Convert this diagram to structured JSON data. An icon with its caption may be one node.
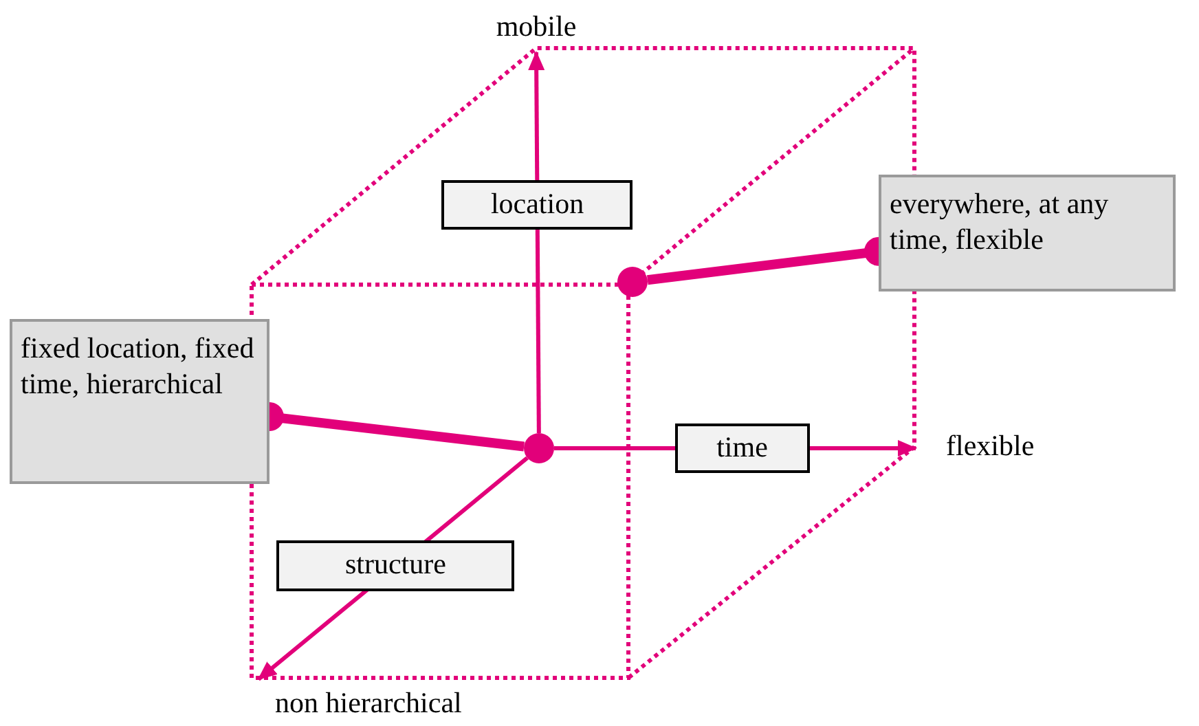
{
  "diagram": {
    "nodes": [
      {
        "text": [
          "mobile"
        ]
      },
      {
        "text": [
          "everywhere, at any time, flexible"
        ]
      },
      {
        "text": [],
        "shape": "circle"
      },
      {
        "text": [
          "fixed location, fixed time, hierarchical"
        ]
      },
      {
        "text": [],
        "shape": "circle"
      },
      {
        "text": [
          "flexible"
        ]
      },
      {
        "text": [
          "non hierarchical"
        ]
      }
    ],
    "edges": [
      {
        "from": 4,
        "to": 0,
        "arrow": "to",
        "label": "location"
      },
      {
        "from": 4,
        "to": 5,
        "arrow": "to",
        "label": "time"
      },
      {
        "from": 4,
        "to": 6,
        "arrow": "to",
        "label": "structure"
      },
      {
        "from": 3,
        "to": 4,
        "arrow": "other",
        "style": "thick"
      },
      {
        "from": 1,
        "to": 2,
        "arrow": "other",
        "style": "thick"
      }
    ]
  }
}
